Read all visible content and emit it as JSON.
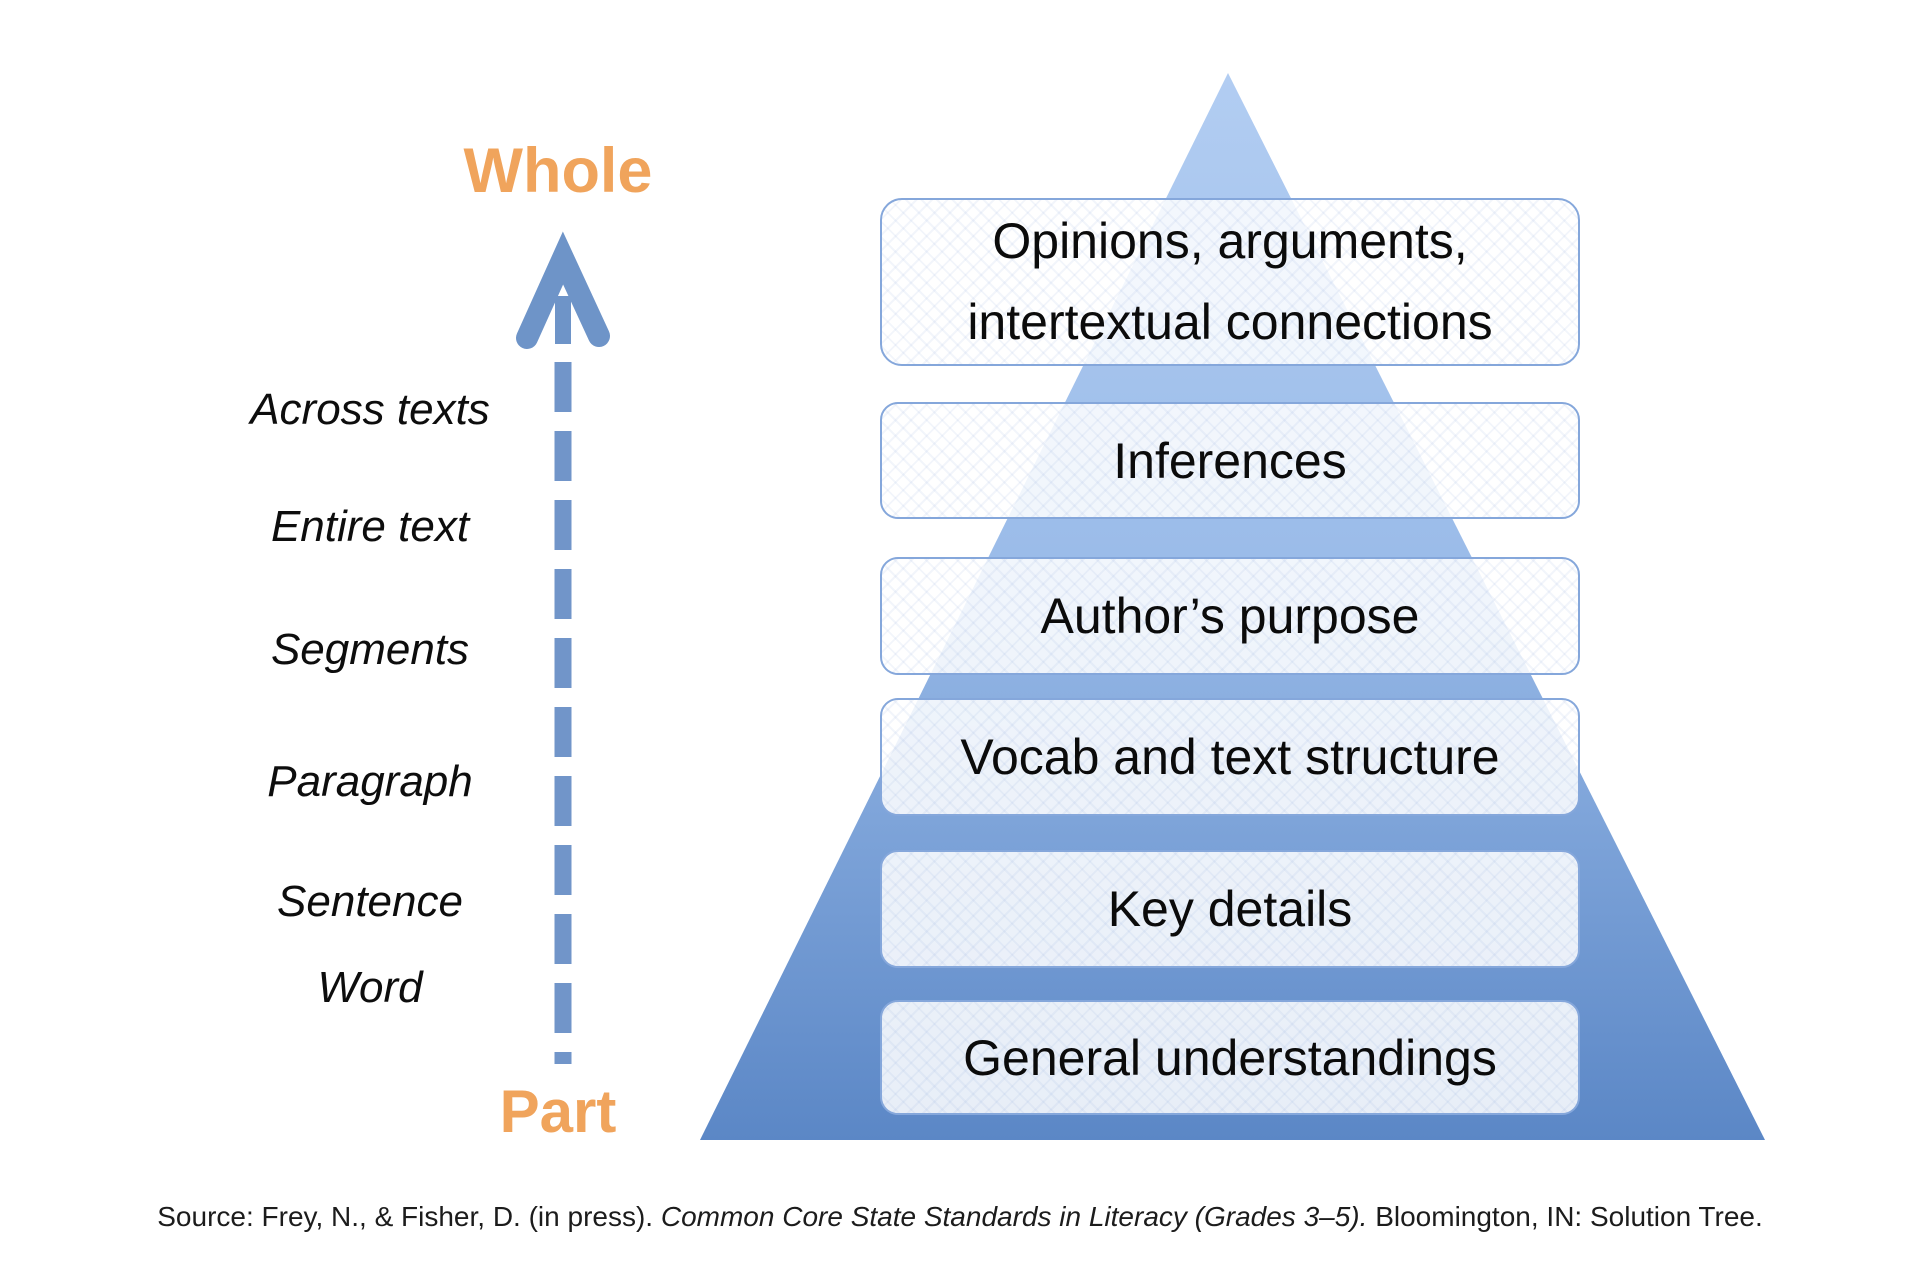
{
  "figure": {
    "pole_top": "Whole",
    "pole_bottom": "Part",
    "axis_labels": [
      "Across texts",
      "Entire text",
      "Segments",
      "Paragraph",
      "Sentence",
      "Word"
    ],
    "pyramid_levels": [
      {
        "lines": [
          "Opinions, arguments,",
          "intertextual connections"
        ]
      },
      {
        "label": "Inferences"
      },
      {
        "label": "Author’s purpose"
      },
      {
        "label": "Vocab and text structure"
      },
      {
        "label": "Key details"
      },
      {
        "label": "General understandings"
      }
    ],
    "source": {
      "prefix": "Source: Frey, N., & Fisher, D. (in press). ",
      "work": "Common Core State Standards in Literacy (Grades 3–5).",
      "suffix": " Bloomington, IN: Solution Tree."
    },
    "colors": {
      "accent_orange": "#F0A45C",
      "arrow_blue": "#6E94C8",
      "pyramid_gradient_top": "#B2CDF2",
      "pyramid_gradient_bottom": "#5B87C6",
      "box_border": "#85A7DB",
      "text": "#0B0B0B"
    }
  }
}
